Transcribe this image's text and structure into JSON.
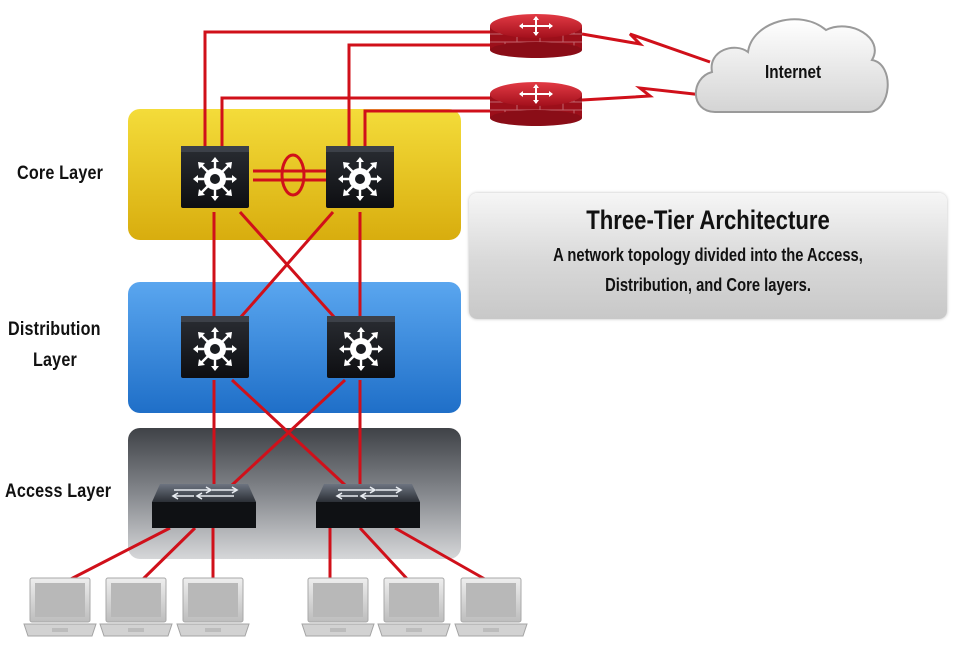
{
  "layers": {
    "core": "Core Layer",
    "distribution_line1": "Distribution",
    "distribution_line2": "Layer",
    "access": "Access Layer"
  },
  "cloud": {
    "label": "Internet"
  },
  "info": {
    "title": "Three-Tier Architecture",
    "description": "A network topology divided into the Access, Distribution, and Core layers."
  },
  "colors": {
    "link": "#d0101a",
    "core_band": "#e8c21a",
    "distribution_band": "#2f86de",
    "access_band": "#6a6d73",
    "firewall": "#c8182a"
  },
  "icons": {
    "core_device": "multilayer-switch-icon",
    "distribution_device": "multilayer-switch-icon",
    "access_device": "layer2-switch-icon",
    "edge_device": "firewall-router-icon",
    "endpoint": "laptop-icon"
  }
}
